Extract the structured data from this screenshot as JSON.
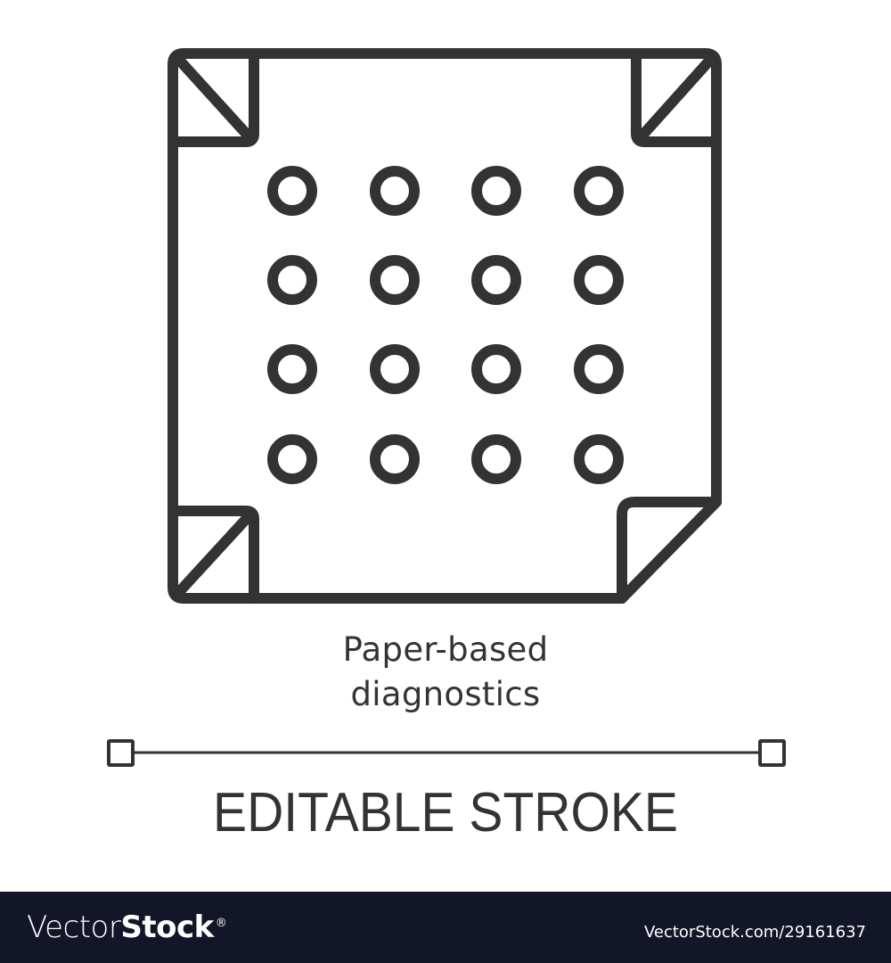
{
  "icon": {
    "name": "paper-based-diagnostics",
    "stroke_color": "#333333",
    "background_color": "#ffffff",
    "stroke_width": 12,
    "grid": {
      "rows": 4,
      "cols": 4,
      "col_centers_x": [
        328,
        443,
        557,
        672
      ],
      "row_centers_y": [
        214,
        314,
        414,
        515
      ],
      "circle_radius": 22
    }
  },
  "caption": {
    "line1": "Paper-based",
    "line2": "diagnostics"
  },
  "editable_stroke": {
    "label": "EDITABLE STROKE"
  },
  "footer": {
    "background_color": "#131628",
    "brand_light": "Vector",
    "brand_bold": "Stock",
    "brand_mark": "®",
    "image_id": "VectorStock.com/29161637"
  }
}
